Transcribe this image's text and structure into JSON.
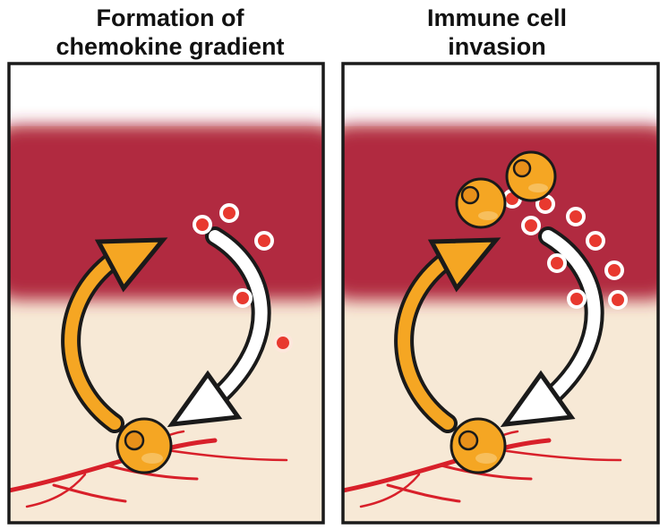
{
  "panels": [
    {
      "id": "left",
      "title_lines": [
        "Formation of",
        "chemokine gradient"
      ]
    },
    {
      "id": "right",
      "title_lines": [
        "Immune cell",
        "invasion"
      ]
    }
  ],
  "colors": {
    "tissue": "#b12a3f",
    "stroma": "#f7e9d6",
    "cell_fill": "#f5a623",
    "cell_stroke": "#000000",
    "arrow_orange": "#f5a623",
    "arrow_white": "#ffffff",
    "vessel": "#d8202a",
    "chemokine": "#e8392f"
  },
  "icons": [
    "immune-cell-icon",
    "chemokine-dot-icon",
    "blood-vessel-icon",
    "curved-arrow-icon"
  ]
}
